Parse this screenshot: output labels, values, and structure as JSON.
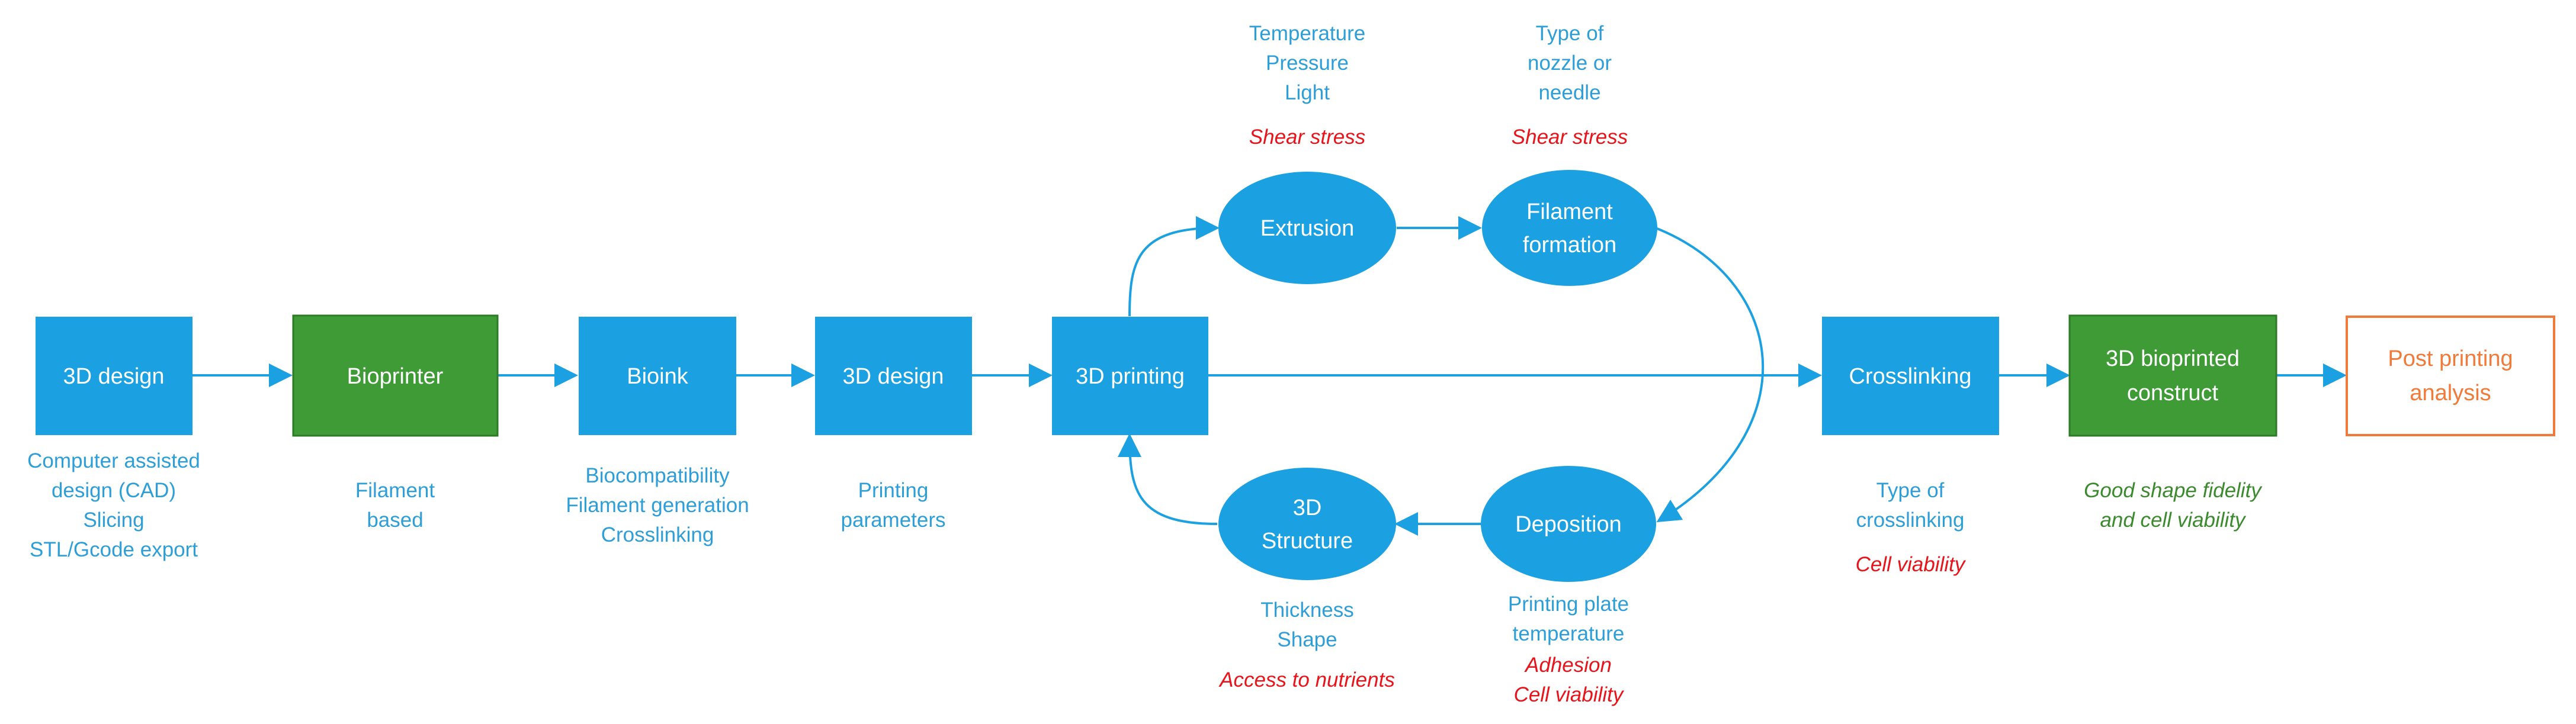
{
  "colors": {
    "process_blue": "#1BA1E2",
    "box_green": "#3E9B35",
    "outline_orange": "#F07A3A",
    "label_blue": "#2E9ED8",
    "label_red": "#E8141B",
    "label_green": "#3C8A2E",
    "arrow": "#1BA1E2"
  },
  "nodes": {
    "design1": "3D design",
    "bioprinter": "Bioprinter",
    "bioink": "Bioink",
    "design2": "3D design",
    "printing": "3D printing",
    "extrusion": "Extrusion",
    "filament": [
      "Filament",
      "formation"
    ],
    "deposition": "Deposition",
    "structure": [
      "3D",
      "Structure"
    ],
    "crosslinking": "Crosslinking",
    "construct": [
      "3D bioprinted",
      "construct"
    ],
    "post": [
      "Post printing",
      "analysis"
    ]
  },
  "labels": {
    "design1": [
      "Computer assisted",
      "design (CAD)",
      "Slicing",
      "STL/Gcode export"
    ],
    "bioprinter": [
      "Filament",
      "based"
    ],
    "bioink": [
      "Biocompatibility",
      "Filament generation",
      "Crosslinking"
    ],
    "design2": [
      "Printing",
      "parameters"
    ],
    "extrusion": [
      "Temperature",
      "Pressure",
      "Light"
    ],
    "extrusion_risk": "Shear stress",
    "filament": [
      "Type of",
      "nozzle or",
      "needle"
    ],
    "filament_risk": "Shear stress",
    "structure": [
      "Thickness",
      "Shape"
    ],
    "structure_risk": "Access to nutrients",
    "deposition": [
      "Printing plate",
      "temperature"
    ],
    "deposition_risk": [
      "Adhesion",
      "Cell viability"
    ],
    "crosslinking": [
      "Type of",
      "crosslinking"
    ],
    "crosslinking_risk": "Cell viability",
    "construct": [
      "Good shape fidelity",
      "and cell viability"
    ]
  }
}
